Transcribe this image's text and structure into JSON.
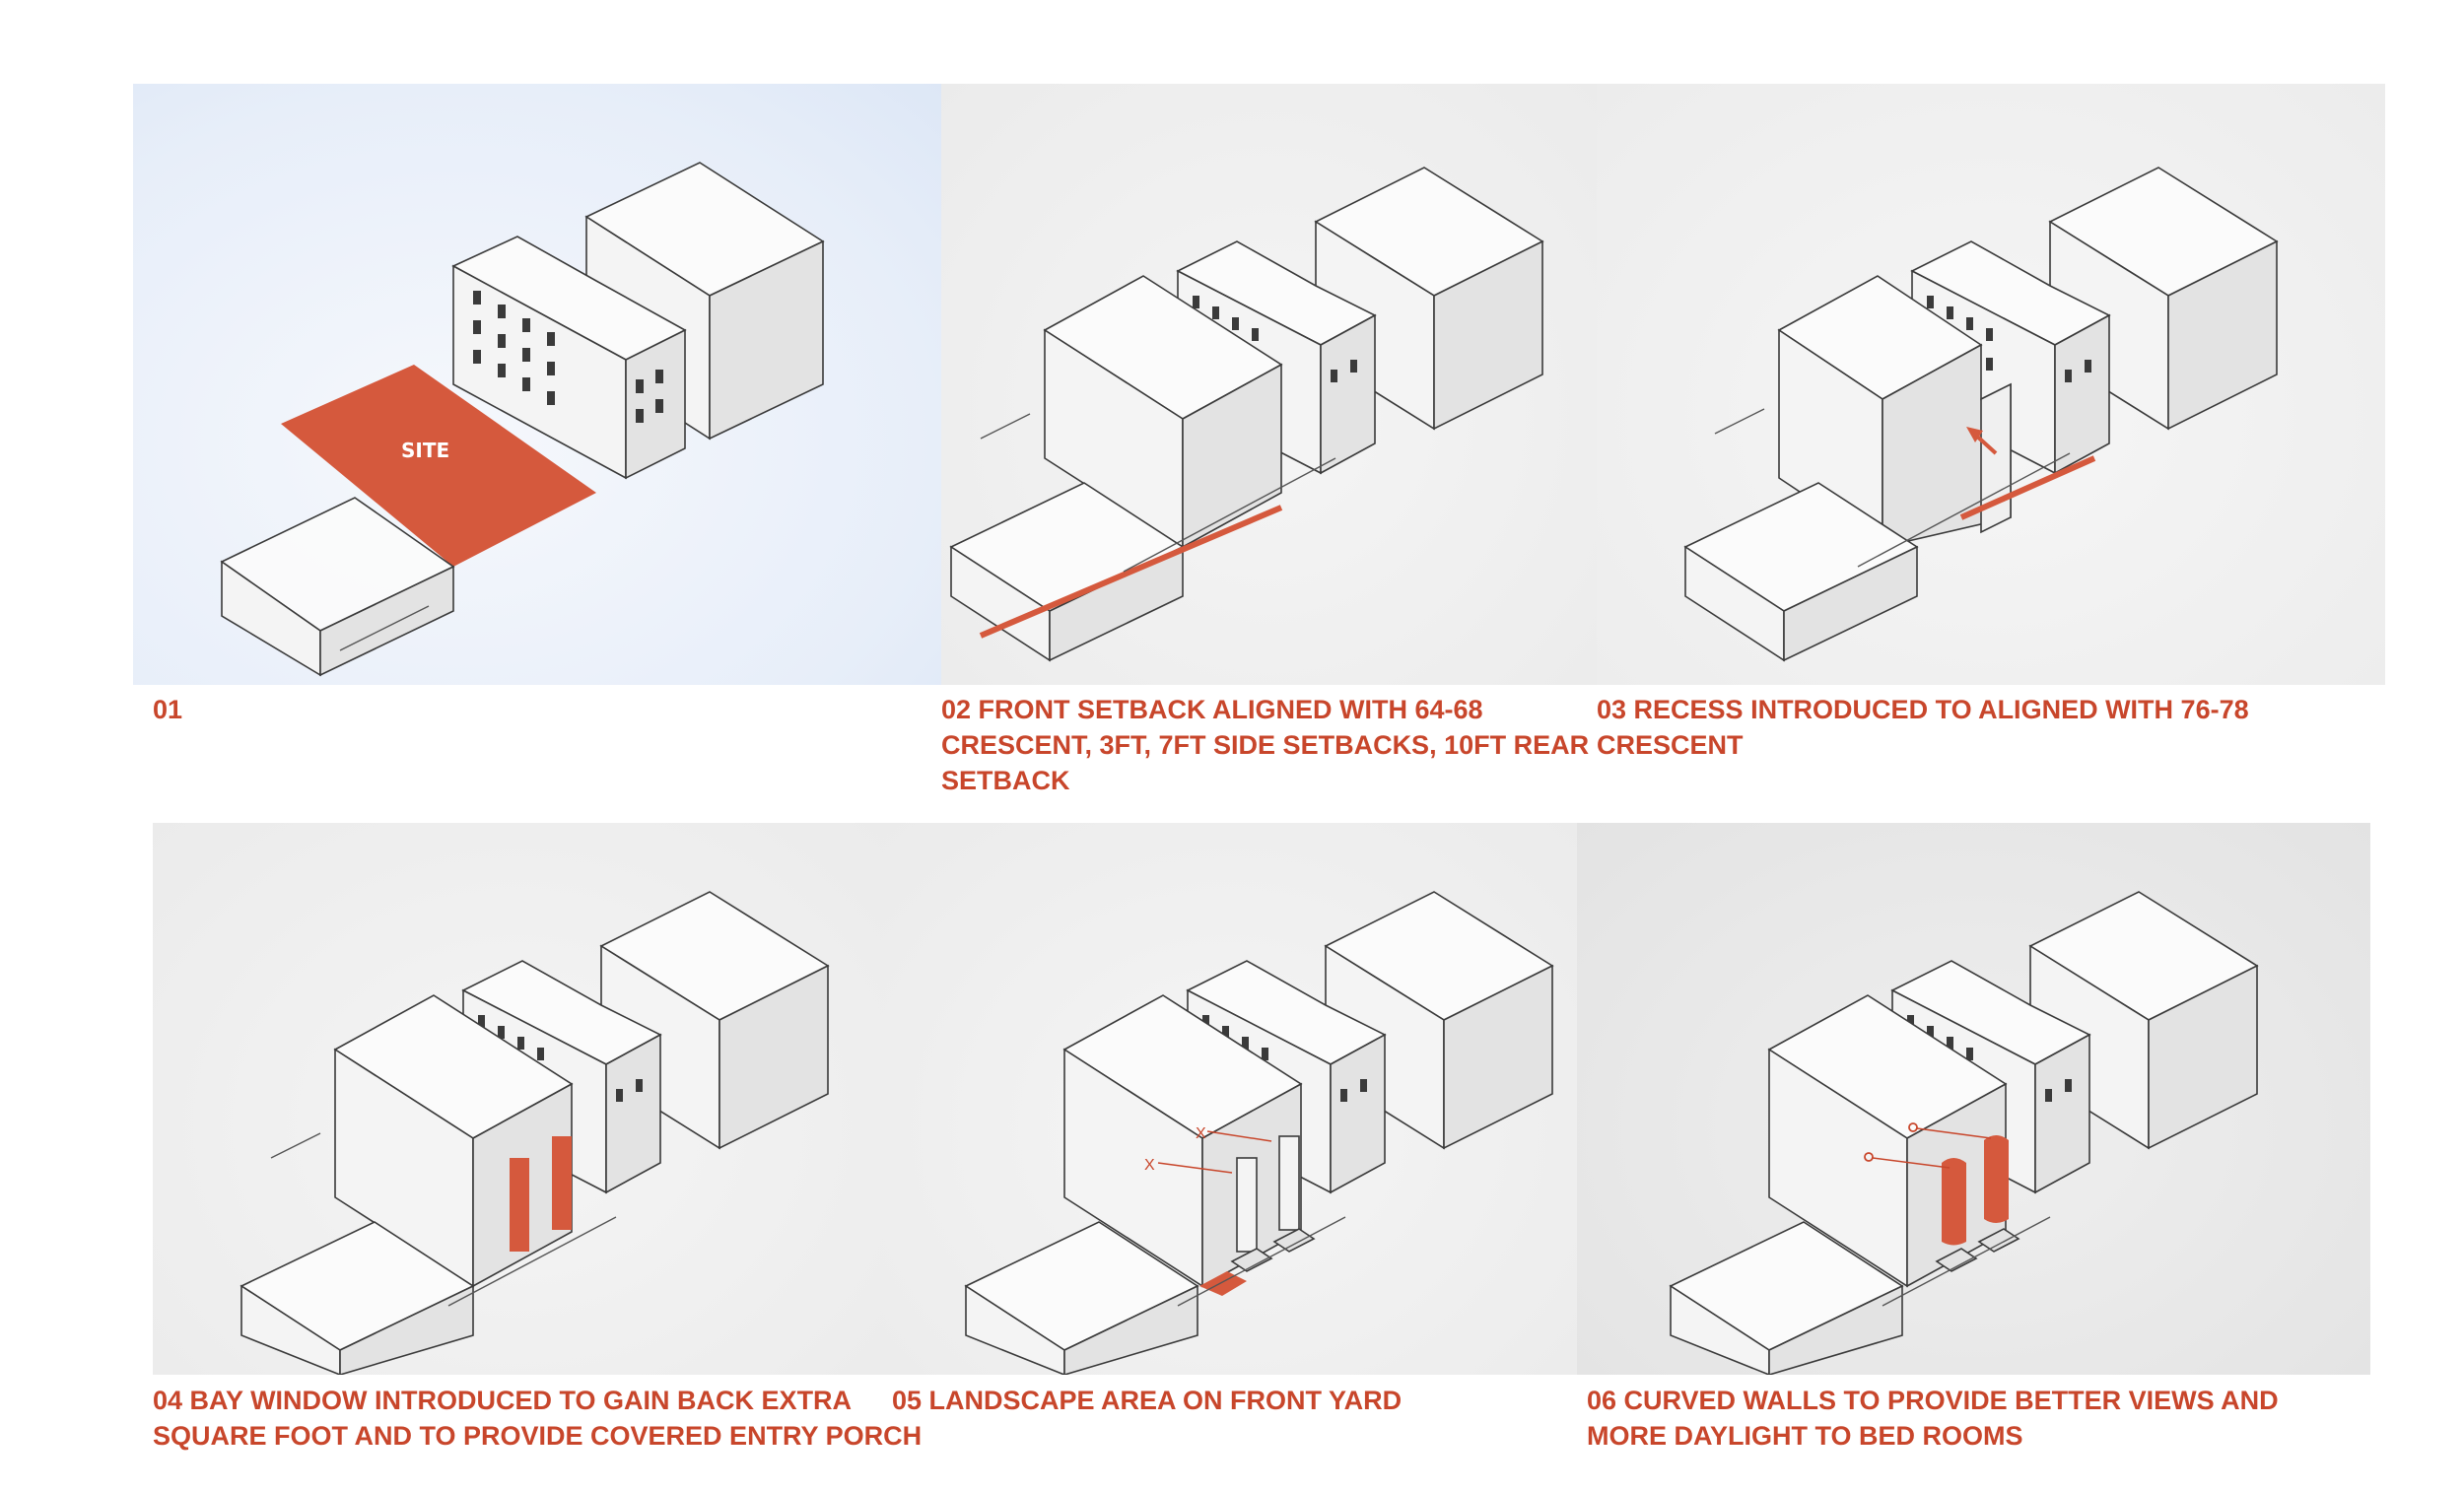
{
  "colors": {
    "accent": "#c8462b",
    "site_fill": "#d5593d",
    "panel_bg": "#ededed",
    "panel_bg_first": "#e8eef8"
  },
  "panels": [
    {
      "id": "01",
      "caption": "01",
      "site_label": "SITE"
    },
    {
      "id": "02",
      "caption": "02 FRONT SETBACK ALIGNED WITH 64-68\nCRESCENT, 3FT, 7FT SIDE SETBACKS, 10FT REAR\nSETBACK"
    },
    {
      "id": "03",
      "caption": "03 RECESS INTRODUCED TO ALIGNED WITH 76-78\nCRESCENT"
    },
    {
      "id": "04",
      "caption": "04 BAY WINDOW INTRODUCED TO GAIN BACK EXTRA\nSQUARE FOOT AND TO PROVIDE COVERED ENTRY PORCH"
    },
    {
      "id": "05",
      "caption": "05 LANDSCAPE AREA ON FRONT YARD",
      "marker": "X"
    },
    {
      "id": "06",
      "caption": "06 CURVED WALLS TO PROVIDE BETTER VIEWS AND\nMORE DAYLIGHT TO BED ROOMS"
    }
  ]
}
